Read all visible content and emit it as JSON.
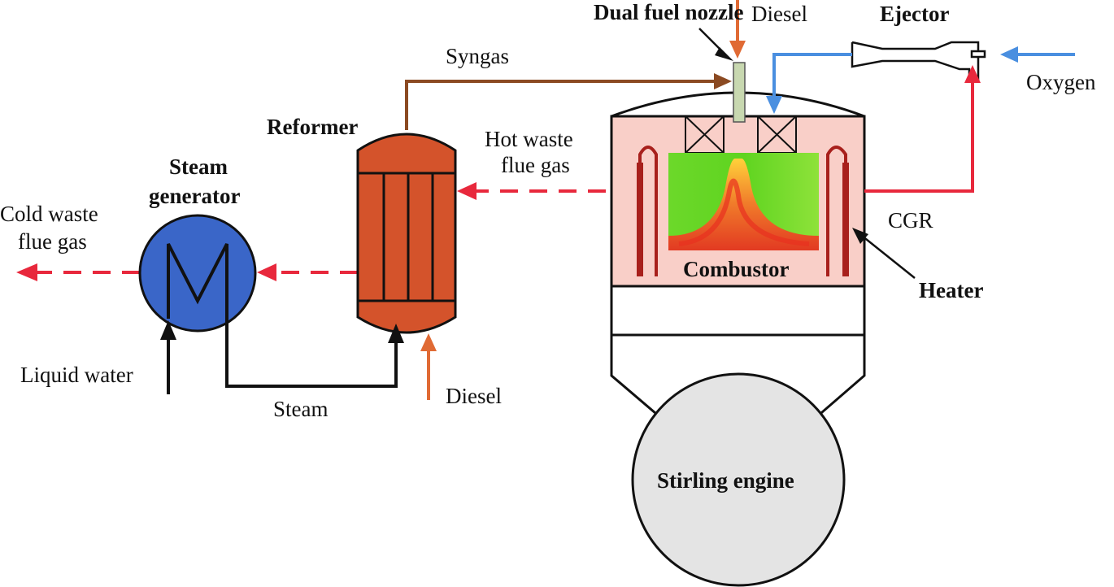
{
  "labels": {
    "dual_fuel_nozzle": "Dual fuel nozzle",
    "diesel_top": "Diesel",
    "ejector": "Ejector",
    "oxygen": "Oxygen",
    "syngas": "Syngas",
    "reformer": "Reformer",
    "hot_waste_1": "Hot waste",
    "hot_waste_2": "flue gas",
    "steam_gen_1": "Steam",
    "steam_gen_2": "generator",
    "cold_waste_1": "Cold waste",
    "cold_waste_2": "flue gas",
    "liquid_water": "Liquid water",
    "steam": "Steam",
    "diesel_bottom": "Diesel",
    "cgr": "CGR",
    "combustor": "Combustor",
    "heater": "Heater",
    "stirling": "Stirling engine"
  },
  "colors": {
    "flue_gas": "#e8283c",
    "oxygen": "#4a8fe0",
    "diesel": "#e06a34",
    "syngas": "#8b4a22",
    "reformer": "#d4532b",
    "steam_generator": "#3a66c8",
    "combustor_fill": "#f9cfc8",
    "heater_tube": "#a8201c"
  }
}
